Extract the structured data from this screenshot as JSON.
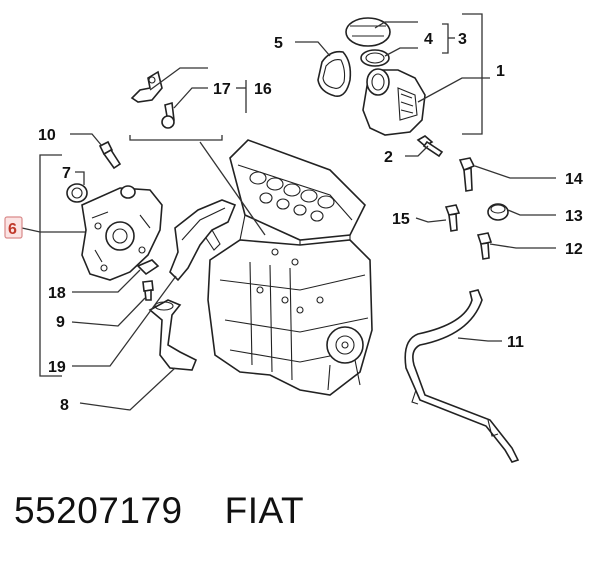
{
  "part_number": "55207179",
  "brand": "FIAT",
  "callouts": {
    "c1": "1",
    "c2": "2",
    "c3": "3",
    "c4": "4",
    "c5": "5",
    "c6": "6",
    "c7": "7",
    "c8": "8",
    "c9": "9",
    "c10": "10",
    "c11": "11",
    "c12": "12",
    "c13": "13",
    "c14": "14",
    "c15": "15",
    "c16": "16",
    "c17": "17",
    "c18": "18",
    "c19": "19"
  },
  "highlighted_callout": "6",
  "colors": {
    "highlight_text": "#c0392b",
    "highlight_fill": "#fbe3e3",
    "line": "#222222"
  }
}
